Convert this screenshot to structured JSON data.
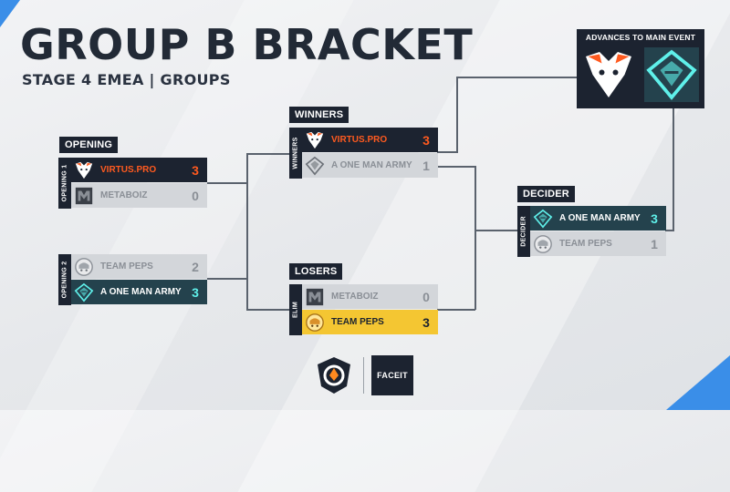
{
  "header": {
    "title": "GROUP B BRACKET",
    "subtitle": "STAGE 4 EMEA | GROUPS"
  },
  "sections": {
    "opening": "OPENING",
    "winners": "WINNERS",
    "losers": "LOSERS",
    "decider": "DECIDER"
  },
  "matches": {
    "opening1": {
      "tab": "OPENING 1",
      "team1": {
        "name": "VIRTUS.PRO",
        "score": "3",
        "logo": "virtus-pro-logo-icon"
      },
      "team2": {
        "name": "METABOIZ",
        "score": "0",
        "logo": "metaboiz-logo-icon"
      }
    },
    "opening2": {
      "tab": "OPENING 2",
      "team1": {
        "name": "TEAM PEPS",
        "score": "2",
        "logo": "team-peps-logo-icon"
      },
      "team2": {
        "name": "A ONE MAN ARMY",
        "score": "3",
        "logo": "a-one-man-army-logo-icon"
      }
    },
    "winners": {
      "tab": "WINNERS",
      "team1": {
        "name": "VIRTUS.PRO",
        "score": "3",
        "logo": "virtus-pro-logo-icon"
      },
      "team2": {
        "name": "A ONE MAN ARMY",
        "score": "1",
        "logo": "a-one-man-army-logo-icon"
      }
    },
    "elim": {
      "tab": "ELIM",
      "team1": {
        "name": "METABOIZ",
        "score": "0",
        "logo": "metaboiz-logo-icon"
      },
      "team2": {
        "name": "TEAM PEPS",
        "score": "3",
        "logo": "team-peps-logo-icon"
      }
    },
    "decider": {
      "tab": "DECIDER",
      "team1": {
        "name": "A ONE MAN ARMY",
        "score": "3",
        "logo": "a-one-man-army-logo-icon"
      },
      "team2": {
        "name": "TEAM PEPS",
        "score": "1",
        "logo": "team-peps-logo-icon"
      }
    }
  },
  "advances": {
    "label": "ADVANCES TO MAIN EVENT",
    "teams": [
      "virtus-pro-logo-icon",
      "a-one-man-army-logo-icon"
    ]
  },
  "footer": {
    "faceit_label": "FACEIT",
    "logos": [
      "overwatch-champions-logo-icon",
      "faceit-logo-icon"
    ]
  },
  "colors": {
    "dark_panel": "#1c2330",
    "winner_orange": "#ff5a1f",
    "teal_panel": "#24424d",
    "teal_accent": "#5ff0ea",
    "gold": "#f4c632",
    "loser_grey": "#d3d6da",
    "accent_blue": "#3a8ee8"
  }
}
